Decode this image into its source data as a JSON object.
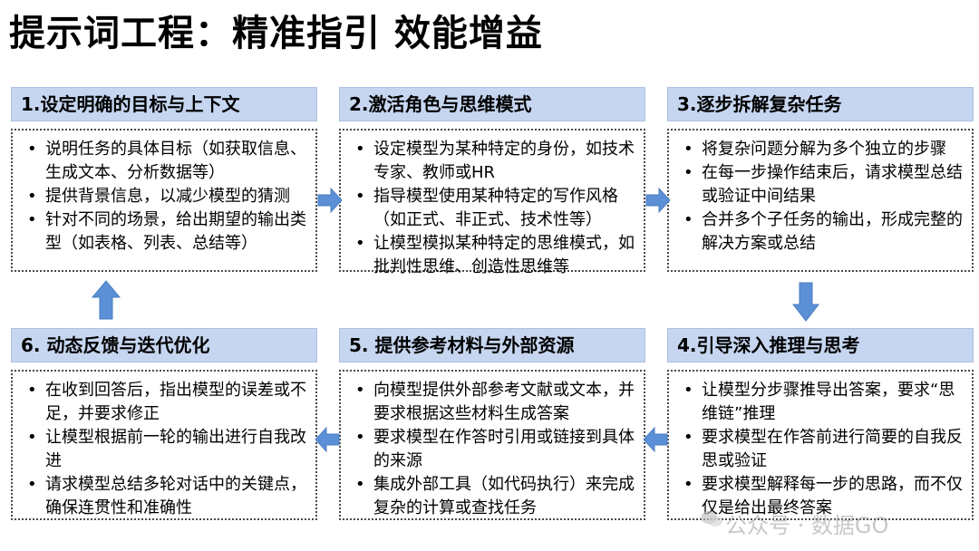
{
  "title": "提示词工程：精准指引 效能增益",
  "steps": [
    {
      "title": "1.设定明确的目标与上下文",
      "items": [
        "说明任务的具体目标（如获取信息、生成文本、分析数据等）",
        "提供背景信息，以减少模型的猜测",
        "针对不同的场景，给出期望的输出类型（如表格、列表、总结等）"
      ]
    },
    {
      "title": "2.激活角色与思维模式",
      "items": [
        "设定模型为某种特定的身份，如技术专家、教师或HR",
        "指导模型使用某种特定的写作风格（如正式、非正式、技术性等）",
        "让模型模拟某种特定的思维模式，如批判性思维、创造性思维等"
      ]
    },
    {
      "title": "3.逐步拆解复杂任务",
      "items": [
        "将复杂问题分解为多个独立的步骤",
        "在每一步操作结束后，请求模型总结或验证中间结果",
        "合并多个子任务的输出，形成完整的解决方案或总结"
      ]
    },
    {
      "title": "4.引导深入推理与思考",
      "items": [
        "让模型分步骤推导出答案，要求“思维链”推理",
        "要求模型在作答前进行简要的自我反思或验证",
        "要求模型解释每一步的思路，而不仅仅是给出最终答案"
      ]
    },
    {
      "title": "5. 提供参考材料与外部资源",
      "items": [
        "向模型提供外部参考文献或文本，并要求根据这些材料生成答案",
        "要求模型在作答时引用或链接到具体的来源",
        "集成外部工具（如代码执行）来完成复杂的计算或查找任务"
      ]
    },
    {
      "title": "6. 动态反馈与迭代优化",
      "items": [
        "在收到回答后，指出模型的误差或不足，并要求修正",
        "让模型根据前一轮的输出进行自我改进",
        "请求模型总结多轮对话中的关键点，确保连贯性和准确性"
      ]
    }
  ],
  "watermark": "公众号 · 数据GO",
  "colors": {
    "header_bg": "#c6d6f0",
    "arrow": "#5b8fd6"
  }
}
